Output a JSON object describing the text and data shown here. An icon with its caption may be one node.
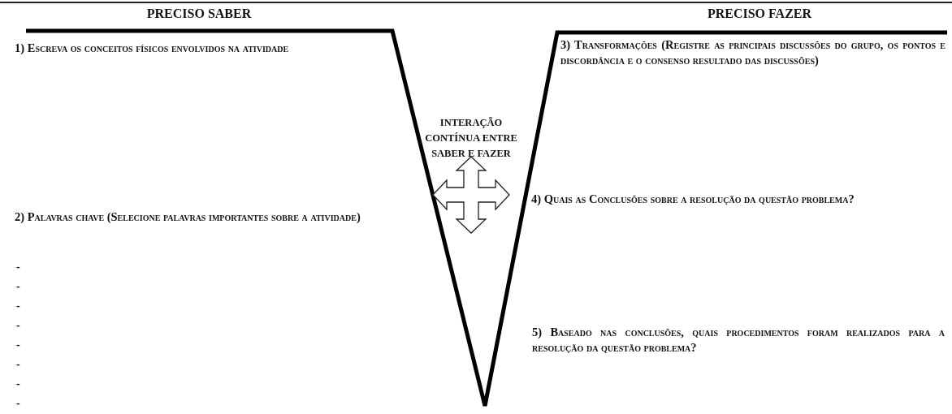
{
  "diagram": {
    "labels": [
      "PRECISO SABER",
      "PRECISO FAZER",
      "1) Escreva os conceitos físicos envolvidos na atividade",
      "3) Transformações (Registre as principais discussões do grupo, os pontos e discordância e o consenso resultado das discussões)",
      "INTERAÇÃO CONTÍNUA ENTRE SABER E FAZER",
      "4) Quais as Conclusões sobre a resolução da questão problema?",
      "2) Palavras chave (Selecione palavras importantes sobre a atividade)",
      "-",
      "-",
      "-",
      "-",
      "-",
      "-",
      "-",
      "-",
      "5) Baseado nas conclusões, quais procedimentos foram realizados para a resolução da questão problema?"
    ]
  }
}
